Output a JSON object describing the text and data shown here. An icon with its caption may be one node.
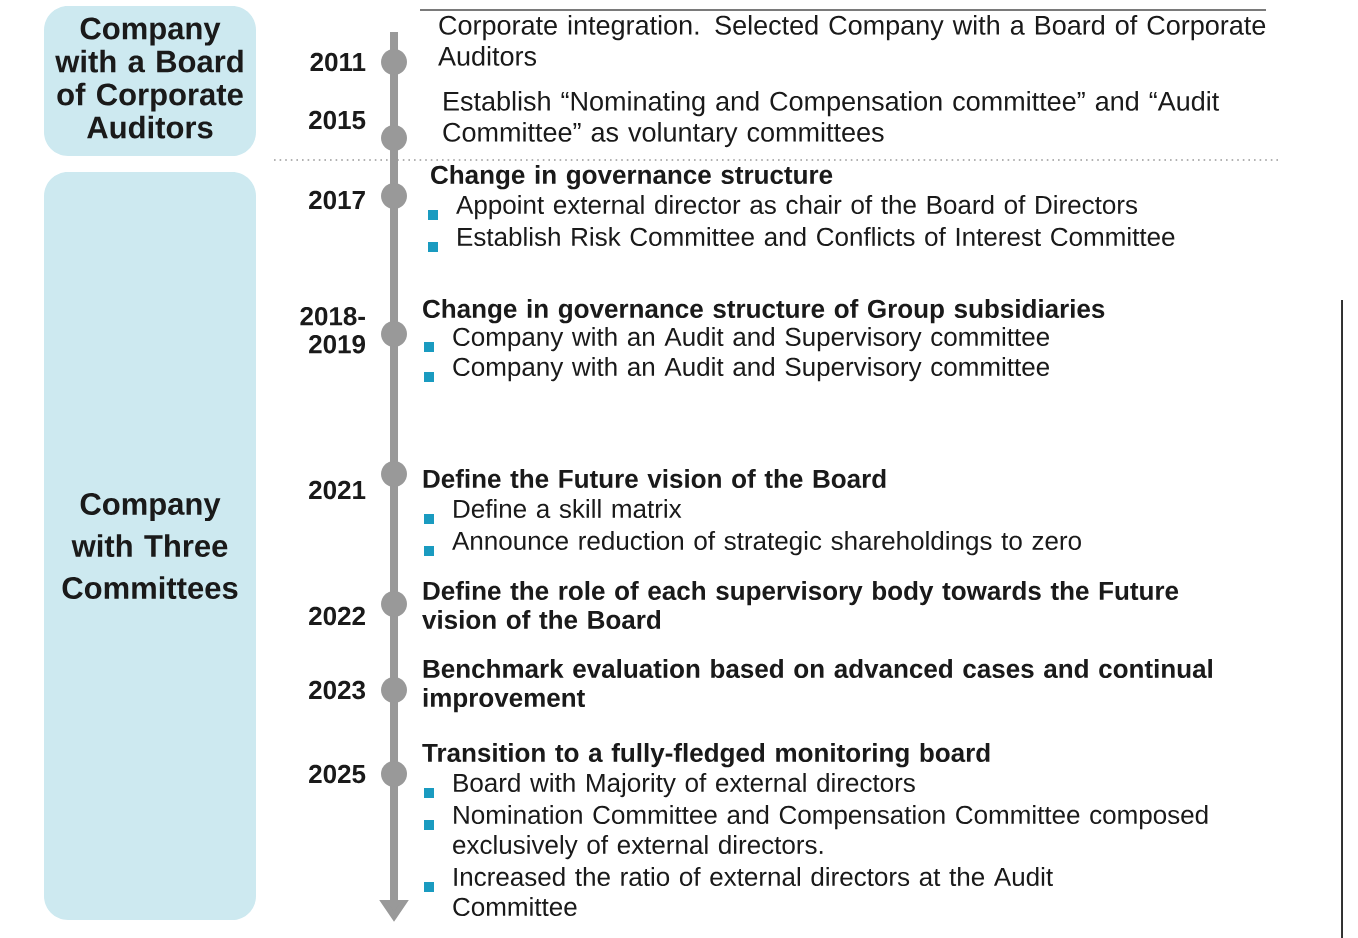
{
  "diagram": {
    "nodes": [
      {
        "text": [
          "Company with a Board of Corporate Auditors"
        ]
      },
      {
        "text": [
          "Company with Three Committees"
        ]
      }
    ],
    "labels": [
      "2011",
      "Corporate integration. Selected Company with a Board of Corporate Auditors",
      "2015",
      "Establish “Nominating and Compensation committee” and “Audit Committee” as voluntary committees",
      "2017",
      "Change in governance structure",
      "Appoint external director as chair of the Board of Directors",
      "Establish Risk Committee and Conflicts of Interest Committee",
      "2018-2019",
      "Change in governance structure of Group subsidiaries",
      "Company with an Audit and Supervisory committee",
      "Company with an Audit and Supervisory committee",
      "2021",
      "Define the Future vision of the Board",
      "Define a skill matrix",
      "Announce reduction of strategic shareholdings to zero",
      "2022",
      "Define the role of each supervisory body towards the Future vision of the Board",
      "2023",
      "Benchmark evaluation based on advanced cases and continual improvement",
      "2025",
      "Transition to a fully-fledged monitoring board",
      "Board with Majority of external directors",
      "Nomination Committee and Compensation Committee composed exclusively of external directors.",
      "Increased the ratio of external directors at the Audit Committee"
    ]
  }
}
